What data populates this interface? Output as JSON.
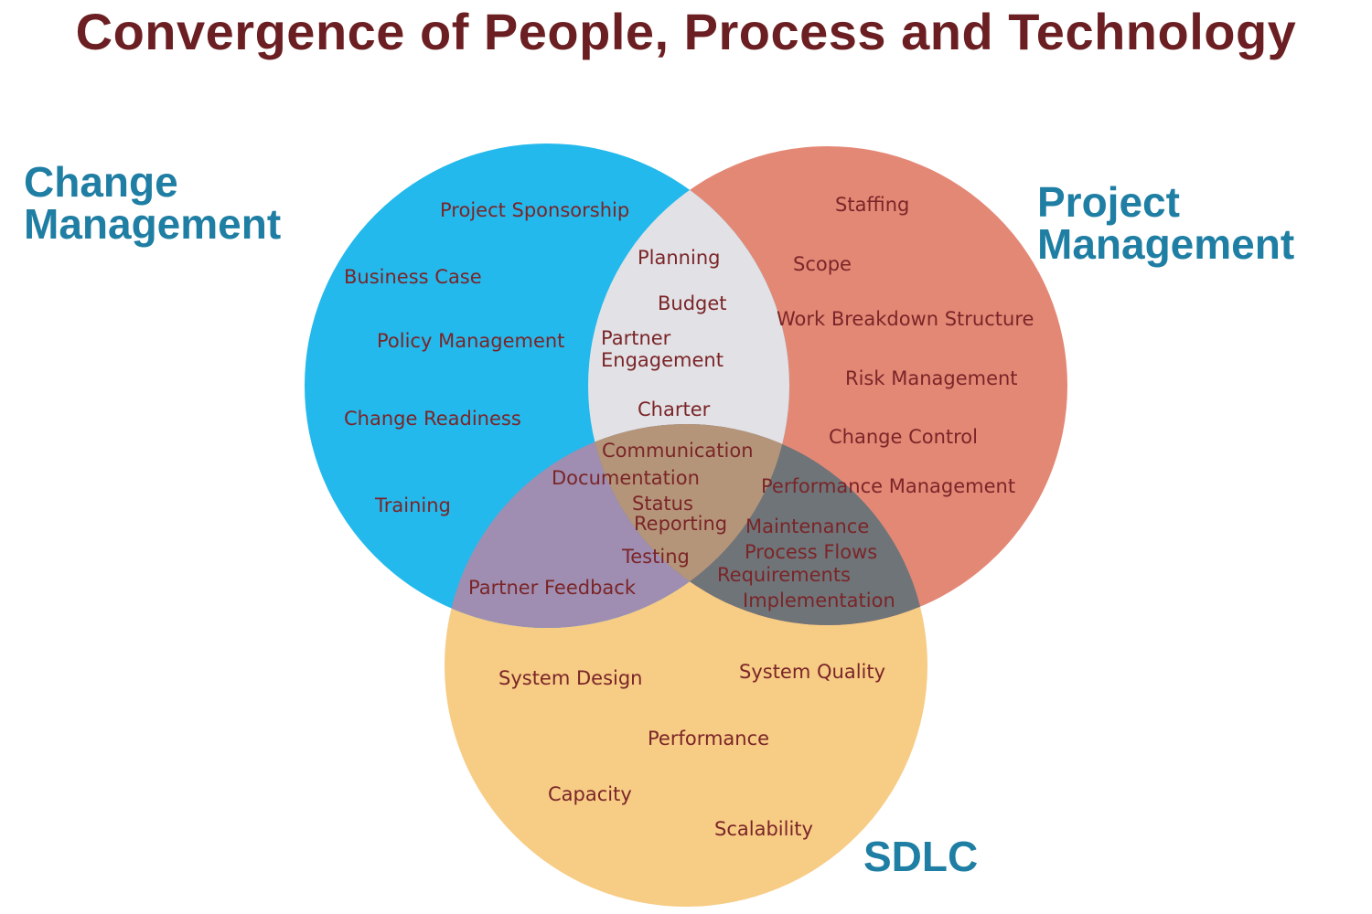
{
  "title": "Convergence of People, Process and Technology",
  "colors": {
    "title": "#6b1f22",
    "set_label": "#1f7ea3",
    "item_text": "#7a2528",
    "change_management": "#23b9ec",
    "project_management": "#e48876",
    "sdlc": "#f7cc85",
    "cm_pm_overlap": "#e2e1e5",
    "cm_sdlc_overlap": "#9f8eb1",
    "pm_sdlc_overlap": "#6f7478",
    "center_overlap": "#b59579"
  },
  "sets": {
    "change_management": "Change\nManagement",
    "project_management": "Project\nManagement",
    "sdlc": "SDLC"
  },
  "items": {
    "change_management": [
      "Project Sponsorship",
      "Business Case",
      "Policy Management",
      "Change Readiness",
      "Training"
    ],
    "project_management": [
      "Staffing",
      "Scope",
      "Work Breakdown Structure",
      "Risk Management",
      "Change Control",
      "Performance Management"
    ],
    "sdlc": [
      "System Design",
      "System Quality",
      "Performance",
      "Capacity",
      "Scalability"
    ],
    "cm_pm": [
      "Planning",
      "Budget",
      "Partner\nEngagement",
      "Charter"
    ],
    "cm_sdlc": [
      "Partner Feedback"
    ],
    "pm_sdlc": [
      "Maintenance",
      "Process Flows",
      "Requirements",
      "Implementation"
    ],
    "all_three": [
      "Communication",
      "Documentation",
      "Status",
      "Reporting",
      "Testing"
    ]
  }
}
